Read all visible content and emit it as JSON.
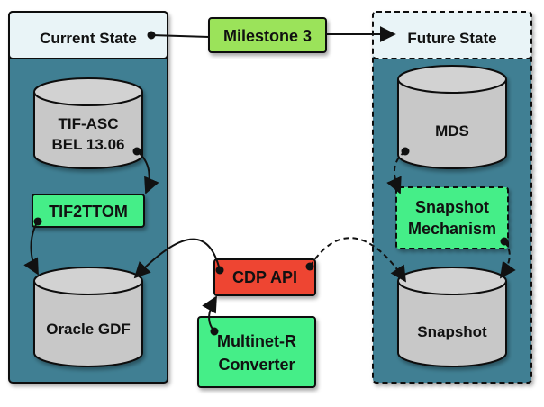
{
  "diagram": {
    "current_state": {
      "title": "Current State",
      "db_tif_asc": {
        "line1": "TIF-ASC",
        "line2": "BEL 13.06"
      },
      "tool_tif2ttom": "TIF2TTOM",
      "db_oracle_gdf": "Oracle GDF"
    },
    "milestone": "Milestone 3",
    "future_state": {
      "title": "Future State",
      "db_mds": "MDS",
      "snapshot_mechanism": {
        "line1": "Snapshot",
        "line2": "Mechanism"
      },
      "db_snapshot": "Snapshot"
    },
    "cdp_api": "CDP API",
    "multinet_converter": {
      "line1": "Multinet-R",
      "line2": "Converter"
    }
  },
  "colors": {
    "panel_teal": "#3f7f93",
    "panel_header": "#e9f4f7",
    "box_green": "#44ee88",
    "milestone_green": "#9be35a",
    "cdp_red": "#ee4433",
    "db_gray": "#c8c8c8"
  }
}
